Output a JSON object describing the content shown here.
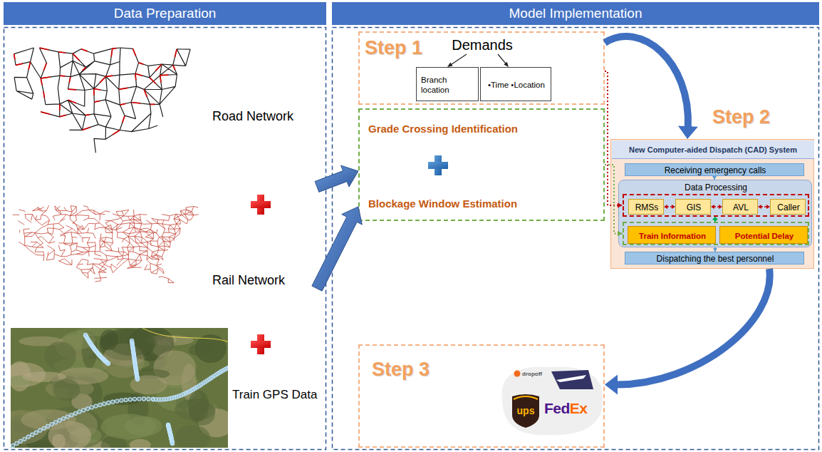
{
  "diagram": {
    "nodes": [
      {
        "text": [
          "Data Preparation"
        ]
      },
      {
        "text": [
          "Road Network"
        ],
        "in": 0
      },
      {
        "text": [
          "Rail Network"
        ],
        "in": 0
      },
      {
        "text": [
          "Train GPS Data"
        ],
        "in": 0
      },
      {
        "text": [
          "Model Implementation"
        ]
      },
      {
        "text": [
          "Step 1"
        ],
        "in": 4
      },
      {
        "text": [
          "Demands"
        ],
        "in": 5
      },
      {
        "text": [
          "Branch location"
        ],
        "in": 5
      },
      {
        "text": [
          "•Time •Location"
        ],
        "in": 5
      },
      {
        "text": [
          "Grade Crossing Identification",
          "Blockage Window Estimation"
        ],
        "in": 4
      },
      {
        "text": [
          "New Computer-aided Dispatch (CAD) System"
        ],
        "in": 4
      },
      {
        "text": [
          "Receiving emergency calls"
        ],
        "in": 10
      },
      {
        "text": [
          "Data Processing"
        ],
        "in": 10
      },
      {
        "text": [],
        "in": 12
      },
      {
        "text": [
          "RMSs"
        ],
        "in": 13
      },
      {
        "text": [
          "GIS"
        ],
        "in": 13
      },
      {
        "text": [
          "AVL"
        ],
        "in": 13
      },
      {
        "text": [
          "Caller"
        ],
        "in": 13
      },
      {
        "text": [],
        "in": 12
      },
      {
        "text": [
          "Train Information"
        ],
        "in": 18
      },
      {
        "text": [
          "Potential Delay"
        ],
        "in": 18
      },
      {
        "text": [
          "Dispatching the best personnel"
        ],
        "in": 10
      },
      {
        "text": [
          "Step 3"
        ],
        "in": 4
      }
    ],
    "edges": [
      {
        "from": 1,
        "to": 9,
        "arrow": "to"
      },
      {
        "from": 2,
        "to": 9,
        "arrow": "to"
      },
      {
        "from": 5,
        "to": 10,
        "arrow": "to"
      },
      {
        "from": 10,
        "to": 22,
        "arrow": "to"
      },
      {
        "from": 5,
        "to": 13,
        "arrow": "to"
      },
      {
        "from": 9,
        "to": 18,
        "arrow": "to"
      },
      {
        "from": 6,
        "to": 7,
        "arrow": "to"
      },
      {
        "from": 6,
        "to": 8,
        "arrow": "to"
      },
      {
        "from": 11,
        "to": 12,
        "arrow": "to"
      },
      {
        "from": 12,
        "to": 21,
        "arrow": "to"
      },
      {
        "from": 14,
        "to": 15,
        "arrow": "both"
      },
      {
        "from": 15,
        "to": 16,
        "arrow": "both"
      },
      {
        "from": 16,
        "to": 17,
        "arrow": "both"
      },
      {
        "from": 18,
        "to": 13,
        "arrow": "both"
      }
    ],
    "labels": [
      "Step 2",
      "dropoff",
      "ups",
      "Fed",
      "Ex"
    ]
  }
}
